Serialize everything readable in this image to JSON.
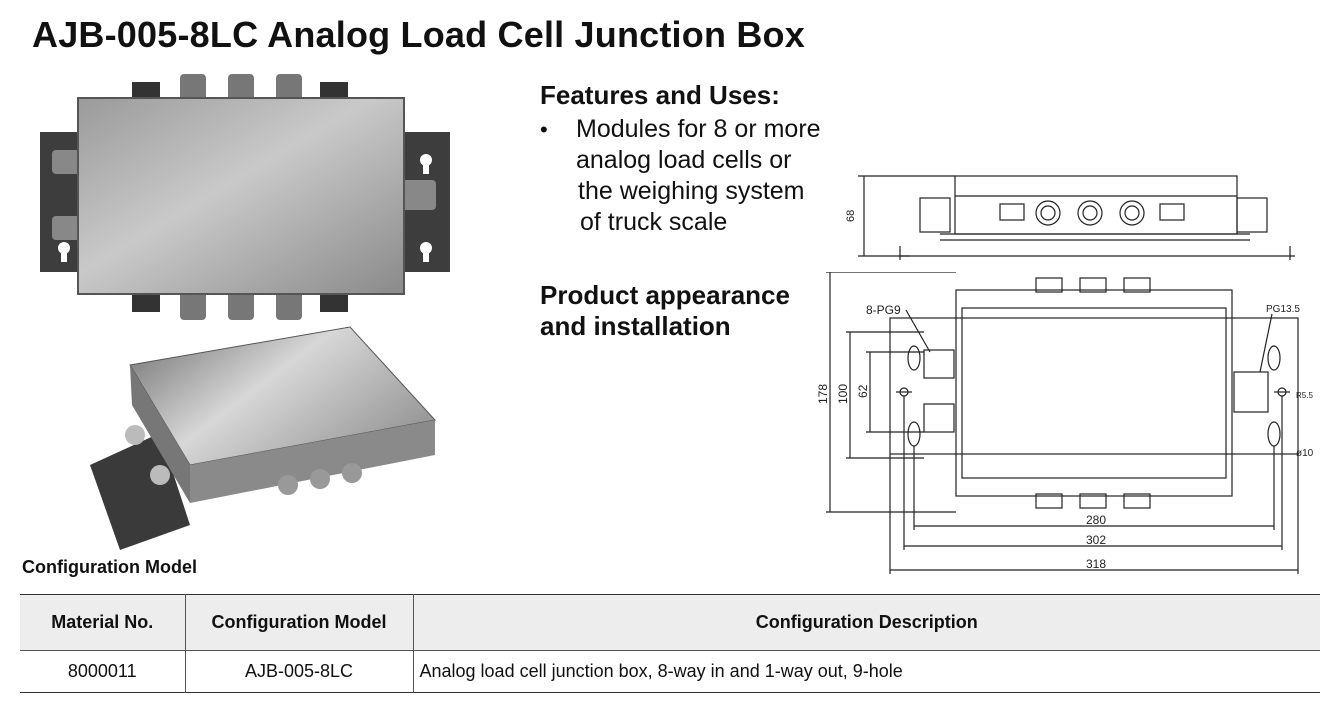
{
  "title": "AJB-005-8LC Analog Load Cell Junction Box",
  "features": {
    "heading": "Features and Uses:",
    "bullet_lines": [
      "Modules for 8 or more",
      "analog load cells or",
      "the weighing system",
      "of truck scale"
    ]
  },
  "appearance": {
    "lines": [
      "Product appearance",
      "and installation"
    ]
  },
  "drawing": {
    "side_height": "68",
    "label_pg9": "8-PG9",
    "label_pg135": "PG13.5",
    "dim_178": "178",
    "dim_100": "100",
    "dim_62": "62",
    "dim_280": "280",
    "dim_302": "302",
    "dim_318": "318",
    "dim_r": "R5.5",
    "dim_phi": "ø10"
  },
  "config_heading": "Configuration Model",
  "table": {
    "headers": [
      "Material No.",
      "Configuration Model",
      "Configuration Description"
    ],
    "rows": [
      [
        "8000011",
        "AJB-005-8LC",
        "Analog load cell junction box, 8-way in and 1-way out, 9-hole"
      ]
    ]
  }
}
